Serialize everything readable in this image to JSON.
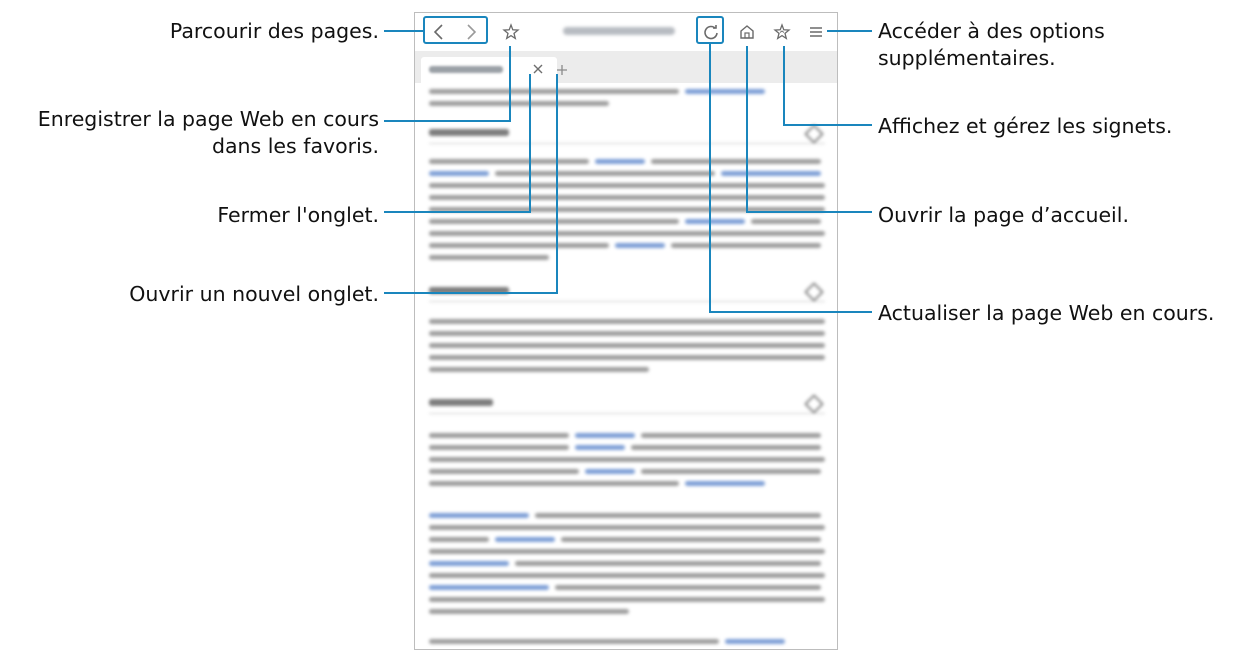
{
  "annotations": {
    "browse_pages": "Parcourir des pages.",
    "add_bookmark_line1": "Enregistrer la page Web en cours",
    "add_bookmark_line2": "dans les favoris.",
    "close_tab": "Fermer l'onglet.",
    "new_tab": "Ouvrir un nouvel onglet.",
    "more_options_line1": "Accéder à des options",
    "more_options_line2": "supplémentaires.",
    "bookmarks": "Affichez et gérez les signets.",
    "home_page": "Ouvrir la page d’accueil.",
    "refresh": "Actualiser la page Web en cours."
  },
  "browser": {
    "icons": [
      "back-icon",
      "forward-icon",
      "star-icon",
      "refresh-icon",
      "home-icon",
      "bookmarks-icon",
      "menu-icon",
      "close-icon",
      "plus-icon"
    ],
    "highlight_color": "#1a86bd"
  }
}
